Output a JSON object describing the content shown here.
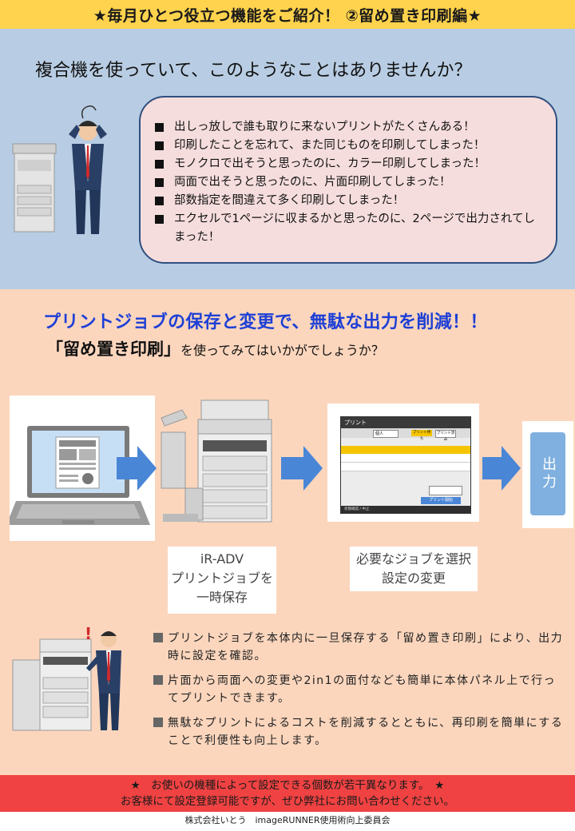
{
  "header": {
    "title": "★毎月ひとつ役立つ機能をご紹介！ ②留め置き印刷編★"
  },
  "problems": {
    "question": "複合機を使っていて、このようなことはありませんか？",
    "items": [
      "出しっ放しで誰も取りに来ないプリントがたくさんある！",
      "印刷したことを忘れて、また同じものを印刷してしまった！",
      "モノクロで出そうと思ったのに、カラー印刷してしまった！",
      "両面で出そうと思ったのに、片面印刷してしまった！",
      "部数指定を間違えて多く印刷してしまった！",
      "エクセルで1ページに収まるかと思ったのに、2ページで出力されてしまった！"
    ]
  },
  "solution": {
    "headline": "プリントジョブの保存と変更で、無駄な出力を削減！！",
    "sub_highlight": "「留め置き印刷」",
    "sub_rest": "を使ってみてはいかがでしょうか？"
  },
  "flow": {
    "printer_label": [
      "iR-ADV",
      "プリントジョブを",
      "一時保存"
    ],
    "screen_label": [
      "必要なジョブを選択",
      "設定の変更"
    ],
    "output_label": "出力",
    "screen": {
      "title": "プリント",
      "user_button": "個人",
      "btn_print": "プリント待ち",
      "btn_done": "プリント済み",
      "print_start": "プリント開始",
      "status": "状態確認 / 中止"
    }
  },
  "details": {
    "points": [
      "プリントジョブを本体内に一旦保存する「留め置き印刷」により、出力時に設定を確認。",
      "片面から両面への変更や2in1の面付なども簡単に本体パネル上で行ってプリントできます。",
      "無駄なプリントによるコストを削減するとともに、再印刷を簡単にすることで利便性も向上します。"
    ]
  },
  "notice": {
    "line1": "★　お使いの機種によって設定できる個数が若干異なります。　★",
    "line2": "お客様にて設定登録可能ですが、ぜひ弊社にお問い合わせください。"
  },
  "footer": {
    "text": "株式会社いとう　imageRUNNER使用術向上委員会"
  },
  "colors": {
    "header": "#ffd34d",
    "section1": "#b8cde3",
    "section2": "#fbd6bd",
    "arrow": "#4a86d6",
    "notice": "#f04242",
    "headline": "#1d3fd6"
  }
}
